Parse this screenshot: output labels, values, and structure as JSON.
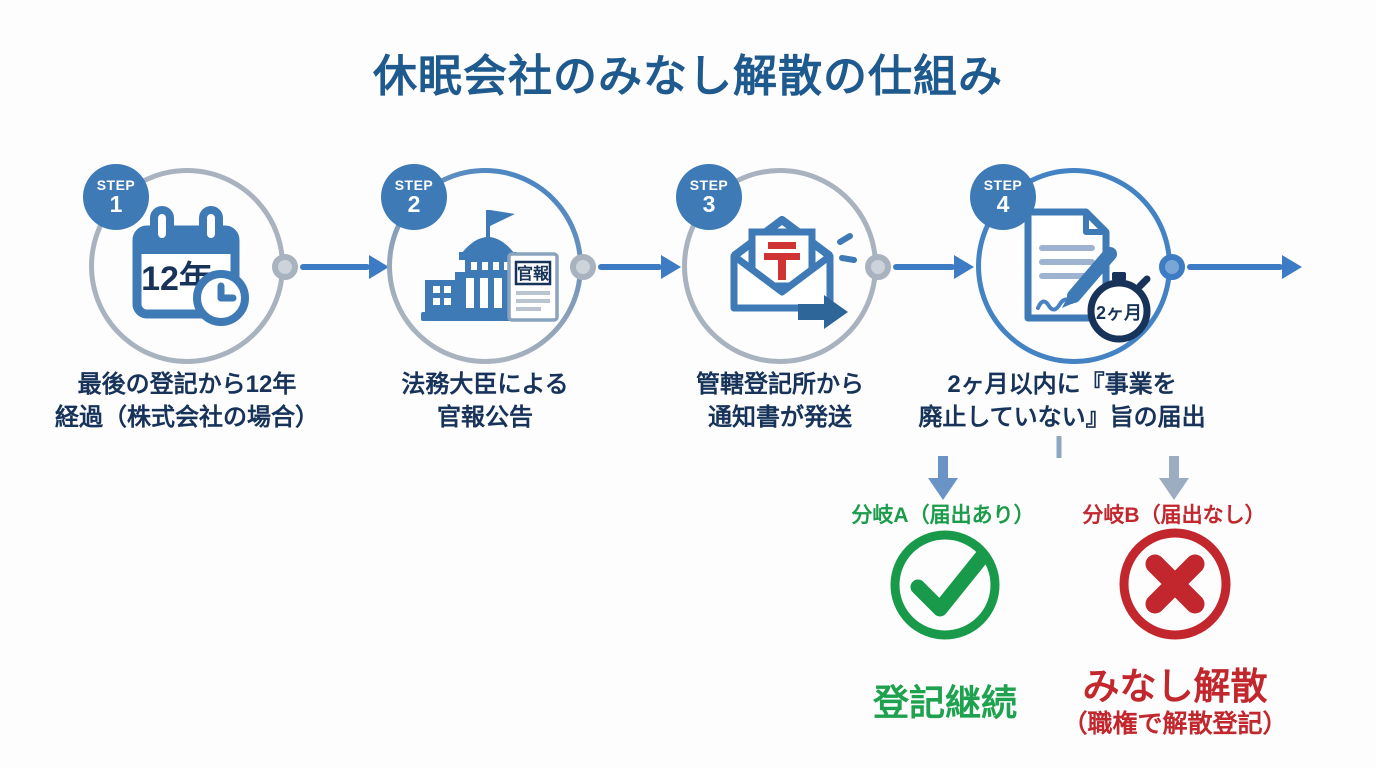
{
  "title": "休眠会社のみなし解散の仕組み",
  "steps": [
    {
      "badge_label": "STEP",
      "number": "1",
      "icon": "calendar-clock-icon",
      "icon_text": "12年",
      "caption_line1": "最後の登記から12年",
      "caption_line2": "経過（株式会社の場合）"
    },
    {
      "badge_label": "STEP",
      "number": "2",
      "icon": "government-building-icon",
      "icon_text": "官報",
      "caption_line1": "法務大臣による",
      "caption_line2": "官報公告"
    },
    {
      "badge_label": "STEP",
      "number": "3",
      "icon": "notification-mail-icon",
      "icon_text": "〒",
      "caption_line1": "管轄登記所から",
      "caption_line2": "通知書が発送"
    },
    {
      "badge_label": "STEP",
      "number": "4",
      "icon": "document-signing-stopwatch-icon",
      "icon_text": "2ヶ月",
      "caption_line1": "2ヶ月以内に『事業を",
      "caption_line2": "廃止していない』旨の届出"
    }
  ],
  "branches": {
    "a": {
      "label": "分岐A（届出あり）",
      "icon": "check-circle-icon",
      "result": "登記継続",
      "color": "#1b9c4b"
    },
    "b": {
      "label": "分岐B（届出なし）",
      "icon": "cross-circle-icon",
      "result": "みなし解散",
      "note": "（職権で解散登記）",
      "color": "#c1272d"
    }
  },
  "colors": {
    "title_blue": "#1e5a8e",
    "icon_blue": "#3e7ab5",
    "caption_navy": "#17335a",
    "ring_gray": "#a9b3bf",
    "ring_blue": "#4383c4",
    "arrow_blue": "#3d7cc4",
    "branch_arrow_blue": "#6b94c6",
    "branch_arrow_gray": "#9cadc2",
    "green": "#189a4a",
    "red": "#c1272d",
    "postal_red": "#cf3333"
  }
}
